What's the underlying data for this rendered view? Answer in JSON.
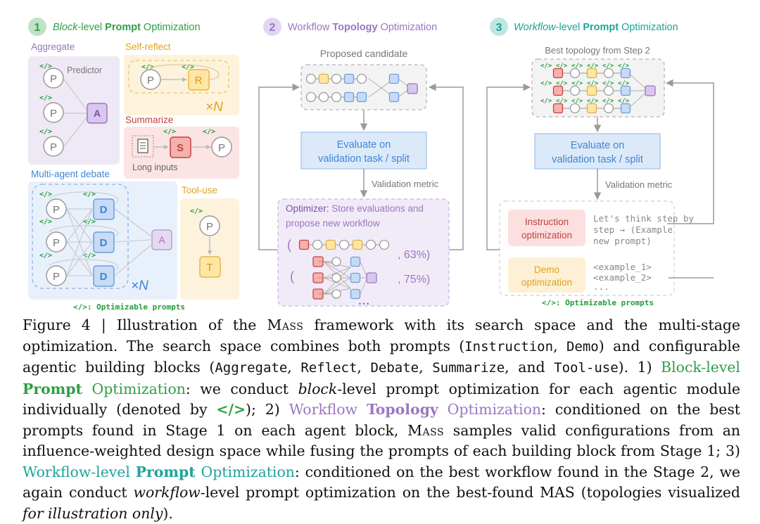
{
  "colors": {
    "stage1": "#2f9e44",
    "stage2": "#9b76c3",
    "stage3": "#1fa39a",
    "code_green": "#1f9d3a",
    "eval_blue": "#3d86d6"
  },
  "stage1": {
    "number": "1",
    "title_part1": "Block",
    "title_part2": "-level ",
    "title_part3": "Prompt",
    "title_part4": " Optimization",
    "aggregate": {
      "label": "Aggregate",
      "predictor": "Predictor",
      "node_p": "P",
      "node_a": "A"
    },
    "self_reflect": {
      "label": "Self-reflect",
      "node_p": "P",
      "node_r": "R",
      "repeat": "×N"
    },
    "summarize": {
      "label": "Summarize",
      "node_s": "S",
      "node_p": "P",
      "long_inputs": "Long inputs"
    },
    "debate": {
      "label": "Multi-agent debate",
      "node_p": "P",
      "node_d": "D",
      "node_a": "A",
      "repeat": "×N"
    },
    "tool_use": {
      "label": "Tool-use",
      "node_p": "P",
      "node_t": "T"
    },
    "legend": "</>: Optimizable prompts",
    "code_tag": "</>"
  },
  "stage2": {
    "number": "2",
    "title_part1": "Workflow ",
    "title_part2": "Topology",
    "title_part3": " Optimization",
    "proposed": "Proposed candidate",
    "eval_line1": "Evaluate on",
    "eval_line2": "validation task / split",
    "metric": "Validation metric",
    "optimizer_label": "Optimizer:",
    "optimizer_text1": " Store evaluations and",
    "optimizer_text2": "propose new workflow",
    "open_paren": "(",
    "score1": ", 63%)",
    "score2": ", 75%)",
    "dots": "• • •"
  },
  "stage3": {
    "number": "3",
    "title_part1": "Workflow",
    "title_part2": "-level ",
    "title_part3": "Prompt",
    "title_part4": " Optimization",
    "best_topology": "Best topology from Step 2",
    "eval_line1": "Evaluate on",
    "eval_line2": "validation task / split",
    "metric": "Validation metric",
    "instr_line1": "Instruction",
    "instr_line2": "optimization",
    "instr_text1": "Let's think step by",
    "instr_text2": "step → (Example",
    "instr_text3": "new prompt)",
    "demo_line1": "Demo",
    "demo_line2": "optimization",
    "demo_text1": "<example_1>",
    "demo_text2": "<example_2>",
    "demo_text3": "...",
    "legend": "</>: Optimizable prompts"
  },
  "caption": {
    "s01": "Figure 4 | Illustration of the ",
    "s02": "Mass",
    "s03": " framework with its search space and the multi-stage optimization. The search space combines both prompts (",
    "s04": "Instruction",
    "s05": ", ",
    "s06": "Demo",
    "s07": ") and configurable agentic building blocks (",
    "s08": "Aggregate",
    "s09": ", ",
    "s10": "Reflect",
    "s11": ", ",
    "s12": "Debate",
    "s13": ", ",
    "s14": "Summarize",
    "s15": ", and ",
    "s16": "Tool-use",
    "s17": "). 1) ",
    "s18": "Block-level ",
    "s19": "Prompt",
    "s20": " Opti­mization",
    "s21": ": we conduct ",
    "s22": "block",
    "s23": "-level prompt optimization for each agentic module individually (denoted by ",
    "s24": "</>",
    "s25": "); 2) ",
    "s26": "Workflow ",
    "s27": "Topology",
    "s28": " Optimization",
    "s29": ": conditioned on the best prompts found in Stage 1 on each agent block, ",
    "s30": "Mass",
    "s31": " samples valid configurations from an influence-weighted design space while fusing the prompts of each building block from Stage 1; 3) ",
    "s32": "Workflow-level ",
    "s33": "Prompt",
    "s34": " Optimization",
    "s35": ": conditioned on the best workflow found in the Stage 2, we again conduct ",
    "s36": "workflow",
    "s37": "-level prompt optimization on the best-found MAS (topologies visualized ",
    "s38": "for illustration only",
    "s39": ")."
  }
}
